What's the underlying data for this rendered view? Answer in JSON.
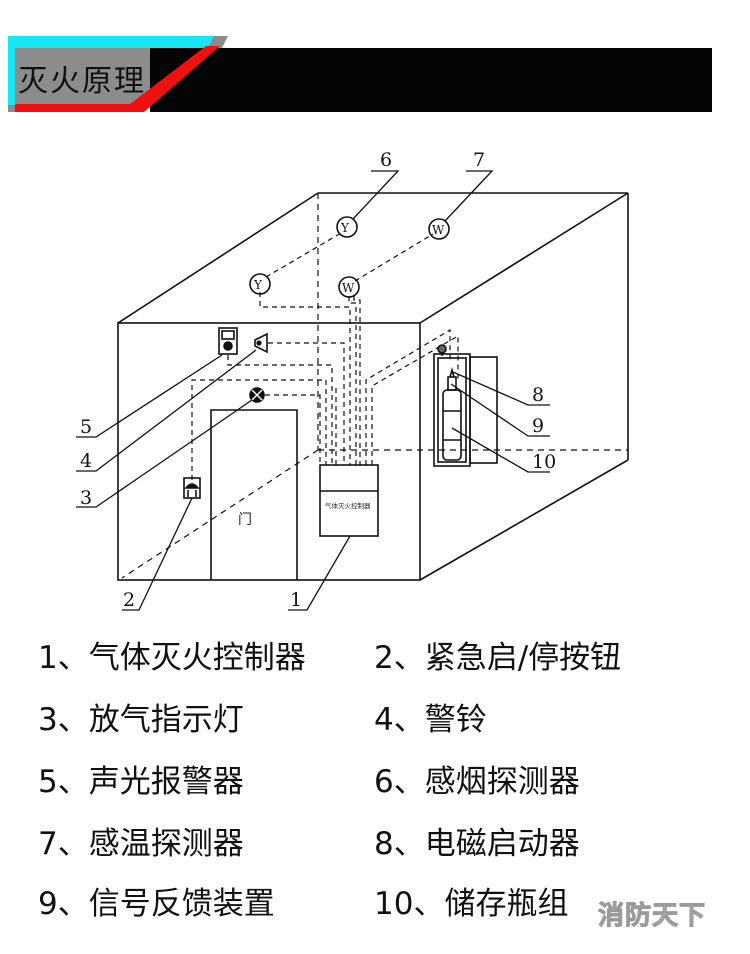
{
  "header": {
    "title": "灭火原理",
    "colors": {
      "cyan": "#19e6f0",
      "gray": "#8c8c8c",
      "red": "#f01010",
      "black": "#050505"
    }
  },
  "diagram": {
    "door_label": "门",
    "controller_label": "气体灭火控制器",
    "detector_smoke_symbol": "Y",
    "detector_heat_symbol": "W",
    "callouts": {
      "c1": "1",
      "c2": "2",
      "c3": "3",
      "c4": "4",
      "c5": "5",
      "c6": "6",
      "c7": "7",
      "c8": "8",
      "c9": "9",
      "c10": "10"
    }
  },
  "legend": {
    "items": [
      {
        "num": "1",
        "text": "1、气体灭火控制器"
      },
      {
        "num": "2",
        "text": "2、紧急启/停按钮"
      },
      {
        "num": "3",
        "text": "3、放气指示灯"
      },
      {
        "num": "4",
        "text": "4、警铃"
      },
      {
        "num": "5",
        "text": "5、声光报警器"
      },
      {
        "num": "6",
        "text": "6、感烟探测器"
      },
      {
        "num": "7",
        "text": "7、感温探测器"
      },
      {
        "num": "8",
        "text": "8、电磁启动器"
      },
      {
        "num": "9",
        "text": "9、信号反馈装置"
      },
      {
        "num": "10",
        "text": "10、储存瓶组"
      }
    ]
  },
  "watermark": "消防天下"
}
